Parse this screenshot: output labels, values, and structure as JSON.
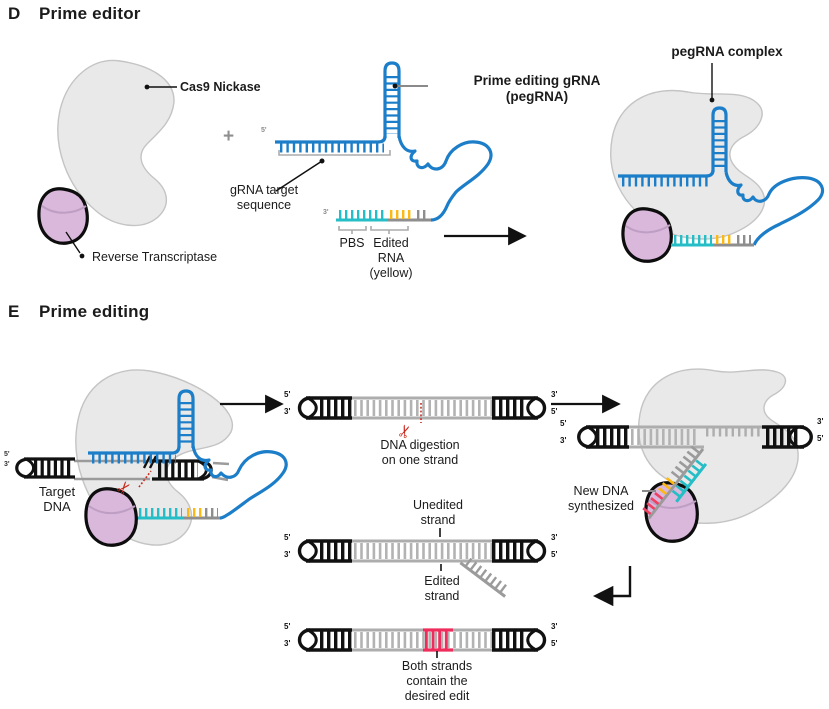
{
  "labels": {
    "five_prime": "5'",
    "three_prime": "3'"
  },
  "panel_d": {
    "id": "D",
    "title": "Prime editor",
    "cas9": "Cas9 Nickase",
    "reverse_transcriptase": "Reverse Transcriptase",
    "plus": "+",
    "grna_target_1": "gRNA target",
    "grna_target_2": "sequence",
    "pegrna_1": "Prime editing gRNA",
    "pegrna_2": "(pegRNA)",
    "pbs": "PBS",
    "edited_rna_1": "Edited",
    "edited_rna_2": "RNA",
    "edited_rna_3": "(yellow)",
    "complex": "pegRNA complex"
  },
  "panel_e": {
    "id": "E",
    "title": "Prime editing",
    "target_1": "Target",
    "target_2": "DNA",
    "digestion_1": "DNA digestion",
    "digestion_2": "on one strand",
    "unedited_1": "Unedited",
    "unedited_2": "strand",
    "edited_1": "Edited",
    "edited_2": "strand",
    "both_1": "Both strands",
    "both_2": "contain the",
    "both_3": "desired edit",
    "new_dna_1": "New DNA",
    "new_dna_2": "synthesized"
  },
  "colors": {
    "rna_blue": "#1C7EC8",
    "pbs_cyan": "#25BDC6",
    "edit_yellow": "#FDB913",
    "neutral_gray": "#8E8E8E",
    "edit_pink": "#EE2D5D",
    "scissors_red": "#C62B1E",
    "protein_fill": "#E9E9E9",
    "rt_fill": "#D9B8DC"
  }
}
